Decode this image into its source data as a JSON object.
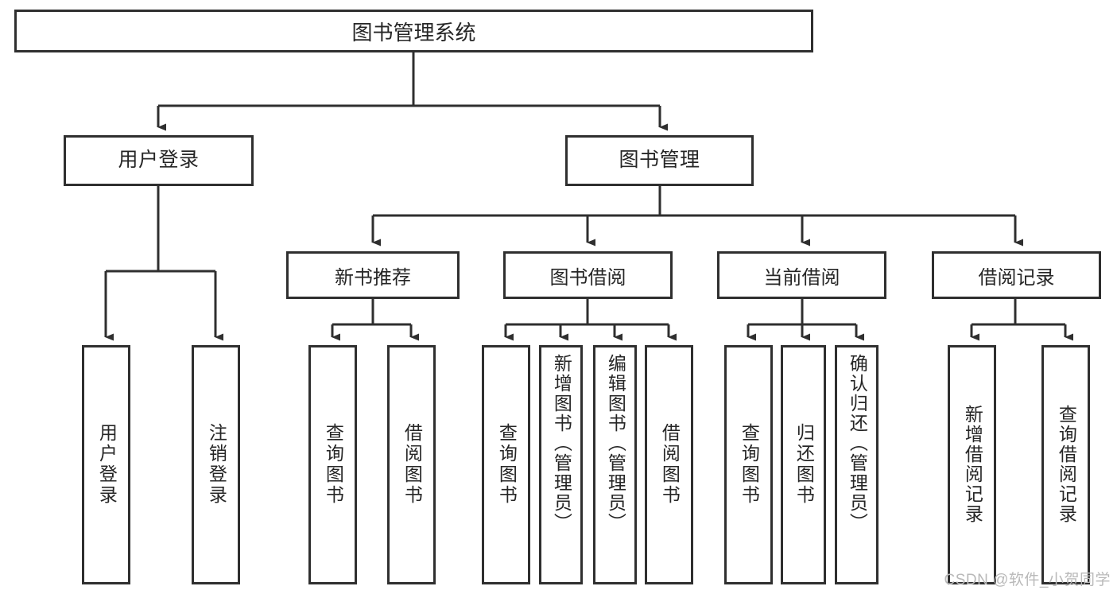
{
  "diagram": {
    "title": "图书管理系统",
    "watermark": "CSDN @软件_小贺同学",
    "colors": {
      "stroke": "#2f2f2f",
      "box_fill": "#ffffff",
      "text": "#262626",
      "watermark": "#b9b9b9",
      "background": "#ffffff"
    },
    "level2": [
      {
        "label": "用户登录"
      },
      {
        "label": "图书管理"
      }
    ],
    "level3": [
      {
        "label": "新书推荐"
      },
      {
        "label": "图书借阅"
      },
      {
        "label": "当前借阅"
      },
      {
        "label": "借阅记录"
      }
    ],
    "leaves": {
      "user_login": [
        {
          "label": "用户登录"
        },
        {
          "label": "注销登录"
        }
      ],
      "new_book": [
        {
          "label": "查询图书"
        },
        {
          "label": "借阅图书"
        }
      ],
      "book_borrow": [
        {
          "label": "查询图书"
        },
        {
          "label": "新增图书（管理员）"
        },
        {
          "label": "编辑图书（管理员）"
        },
        {
          "label": "借阅图书"
        }
      ],
      "current_borrow": [
        {
          "label": "查询图书"
        },
        {
          "label": "归还图书"
        },
        {
          "label": "确认归还（管理员）"
        }
      ],
      "borrow_record": [
        {
          "label": "新增借阅记录"
        },
        {
          "label": "查询借阅记录"
        }
      ]
    }
  }
}
